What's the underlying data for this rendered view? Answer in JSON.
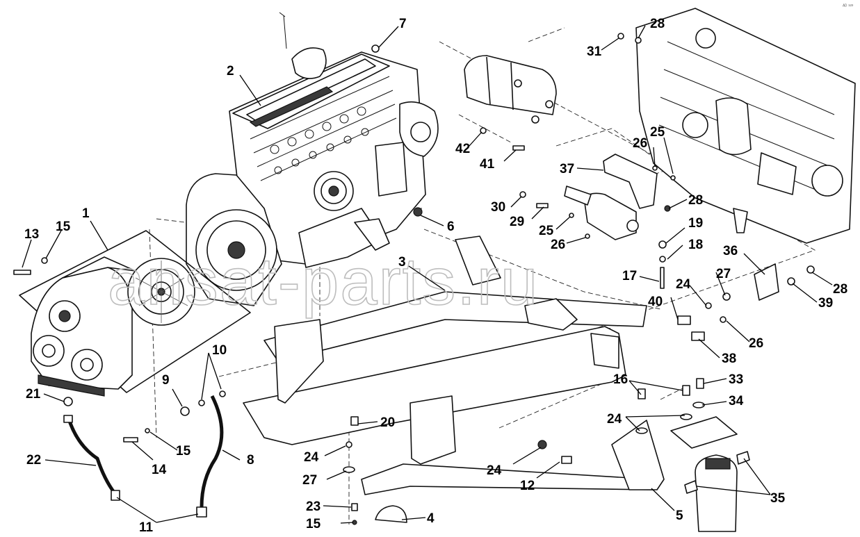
{
  "watermark": "ansat-parts.ru",
  "corner_code": "ᴬᴰ ¹²³",
  "callouts": [
    {
      "id": "c1",
      "label": "1"
    },
    {
      "id": "c2",
      "label": "2"
    },
    {
      "id": "c3",
      "label": "3"
    },
    {
      "id": "c4",
      "label": "4"
    },
    {
      "id": "c5",
      "label": "5"
    },
    {
      "id": "c6",
      "label": "6"
    },
    {
      "id": "c7",
      "label": "7"
    },
    {
      "id": "c8",
      "label": "8"
    },
    {
      "id": "c9",
      "label": "9"
    },
    {
      "id": "c10",
      "label": "10"
    },
    {
      "id": "c11",
      "label": "11"
    },
    {
      "id": "c12",
      "label": "12"
    },
    {
      "id": "c13",
      "label": "13"
    },
    {
      "id": "c14",
      "label": "14"
    },
    {
      "id": "c15a",
      "label": "15"
    },
    {
      "id": "c15b",
      "label": "15"
    },
    {
      "id": "c15c",
      "label": "15"
    },
    {
      "id": "c16",
      "label": "16"
    },
    {
      "id": "c17",
      "label": "17"
    },
    {
      "id": "c18",
      "label": "18"
    },
    {
      "id": "c19",
      "label": "19"
    },
    {
      "id": "c20",
      "label": "20"
    },
    {
      "id": "c21",
      "label": "21"
    },
    {
      "id": "c22",
      "label": "22"
    },
    {
      "id": "c23",
      "label": "23"
    },
    {
      "id": "c24a",
      "label": "24"
    },
    {
      "id": "c24b",
      "label": "24"
    },
    {
      "id": "c24c",
      "label": "24"
    },
    {
      "id": "c24d",
      "label": "24"
    },
    {
      "id": "c25a",
      "label": "25"
    },
    {
      "id": "c25b",
      "label": "25"
    },
    {
      "id": "c26a",
      "label": "26"
    },
    {
      "id": "c26b",
      "label": "26"
    },
    {
      "id": "c26c",
      "label": "26"
    },
    {
      "id": "c27a",
      "label": "27"
    },
    {
      "id": "c27b",
      "label": "27"
    },
    {
      "id": "c28a",
      "label": "28"
    },
    {
      "id": "c28b",
      "label": "28"
    },
    {
      "id": "c28c",
      "label": "28"
    },
    {
      "id": "c29",
      "label": "29"
    },
    {
      "id": "c30",
      "label": "30"
    },
    {
      "id": "c31",
      "label": "31"
    },
    {
      "id": "c33",
      "label": "33"
    },
    {
      "id": "c34",
      "label": "34"
    },
    {
      "id": "c35",
      "label": "35"
    },
    {
      "id": "c36",
      "label": "36"
    },
    {
      "id": "c37",
      "label": "37"
    },
    {
      "id": "c38",
      "label": "38"
    },
    {
      "id": "c39",
      "label": "39"
    },
    {
      "id": "c40",
      "label": "40"
    },
    {
      "id": "c41",
      "label": "41"
    },
    {
      "id": "c42",
      "label": "42"
    }
  ]
}
